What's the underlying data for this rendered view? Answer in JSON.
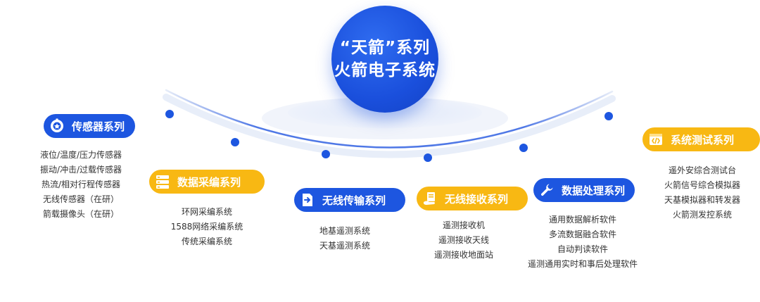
{
  "hub": {
    "line1": "“天箭”系列",
    "line2": "火箭电子系统"
  },
  "categories": [
    {
      "id": "sensor",
      "title": "传感器系列",
      "color": "#1d56e0",
      "icon": "gear-badge-icon",
      "items": [
        "液位/温度/压力传感器",
        "振动/冲击/过载传感器",
        "热流/相对行程传感器",
        "无线传感器（在研）",
        "箭载摄像头（在研）"
      ]
    },
    {
      "id": "acquisition",
      "title": "数据采编系列",
      "color": "#f8b813",
      "icon": "server-icon",
      "items": [
        "环网采编系统",
        "1588网络采编系统",
        "传统采编系统"
      ]
    },
    {
      "id": "transmission",
      "title": "无线传输系列",
      "color": "#1d56e0",
      "icon": "file-arrow-icon",
      "items": [
        "地基遥测系统",
        "天基遥测系统"
      ]
    },
    {
      "id": "reception",
      "title": "无线接收系列",
      "color": "#f8b813",
      "icon": "receiver-icon",
      "items": [
        "遥测接收机",
        "遥测接收天线",
        "遥测接收地面站"
      ]
    },
    {
      "id": "processing",
      "title": "数据处理系列",
      "color": "#1d56e0",
      "icon": "wrench-icon",
      "items": [
        "通用数据解析软件",
        "多流数据融合软件",
        "自动判读软件",
        "遥测通用实时和事后处理软件"
      ]
    },
    {
      "id": "testing",
      "title": "系统测试系列",
      "color": "#f8b813",
      "icon": "code-window-icon",
      "items": [
        "遥外安综合测试台",
        "火箭信号综合模拟器",
        "天基模拟器和转发器",
        "火箭测发控系统"
      ]
    }
  ]
}
